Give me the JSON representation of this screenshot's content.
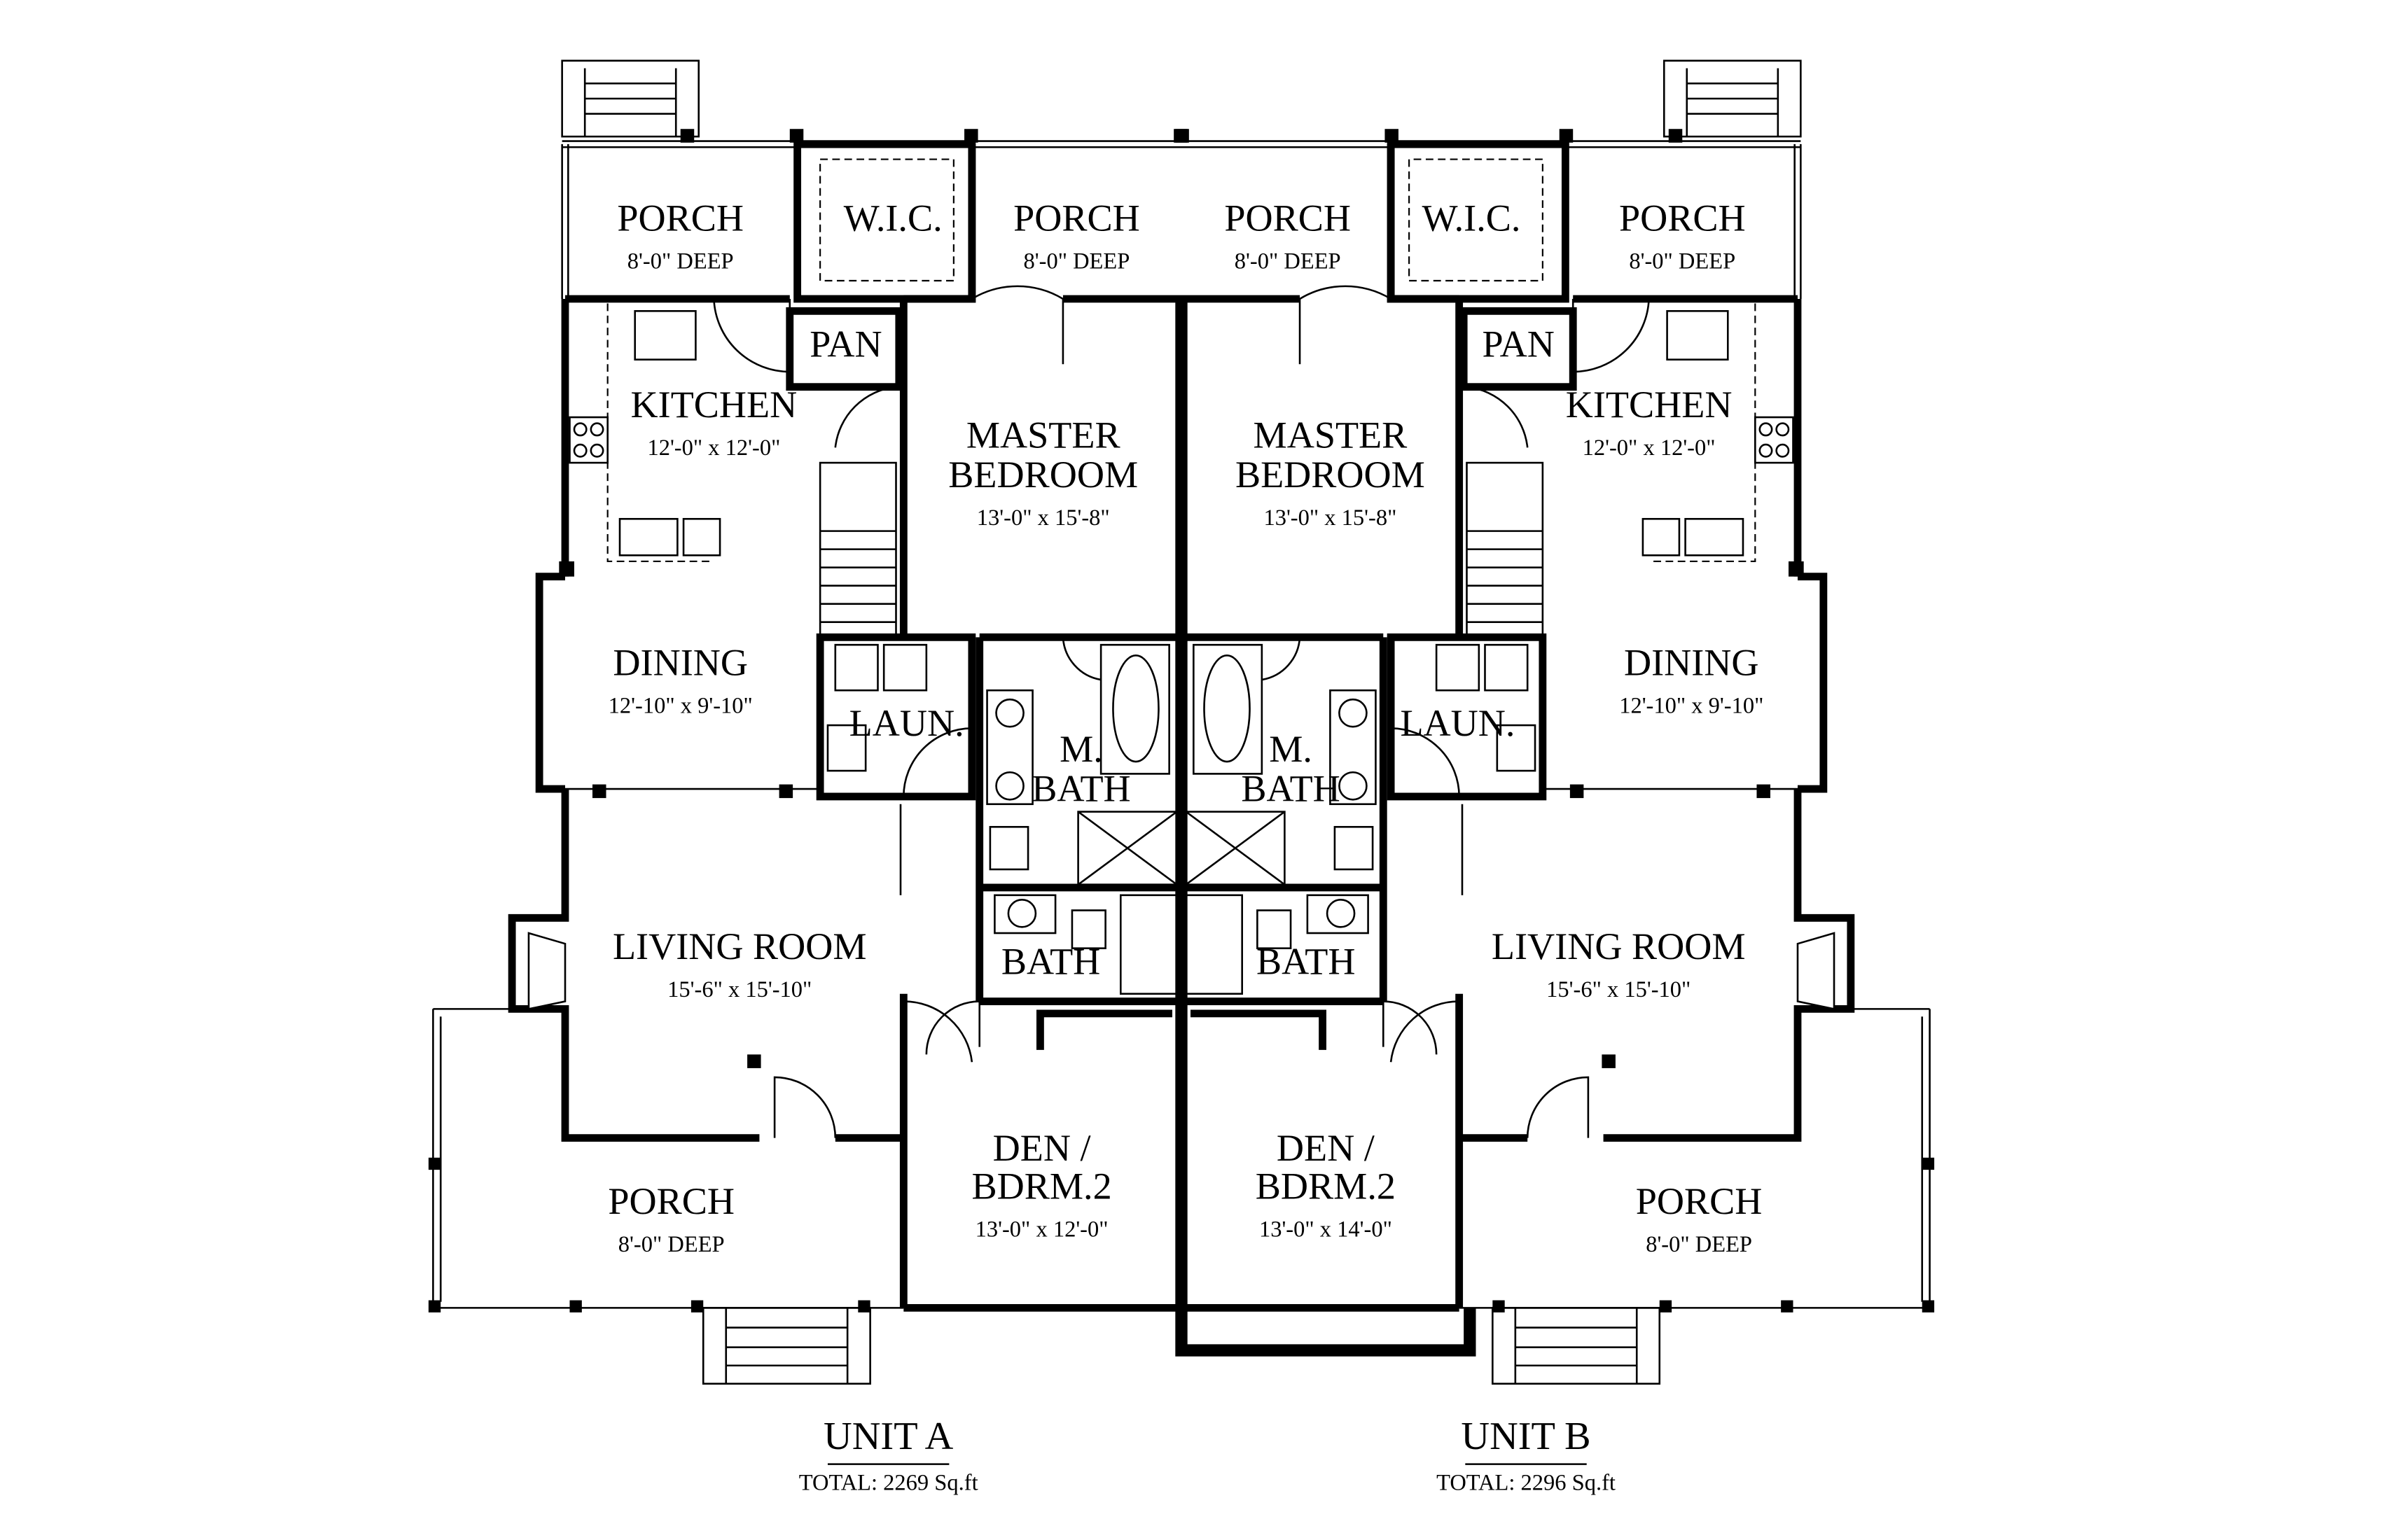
{
  "unit_a": {
    "title": "UNIT A",
    "total": "TOTAL: 2269 Sq.ft",
    "rooms": {
      "porch_left": {
        "name": "PORCH",
        "dim": "8'-0\" DEEP"
      },
      "wic": {
        "name": "W.I.C."
      },
      "porch_rear": {
        "name": "PORCH",
        "dim": "8'-0\" DEEP"
      },
      "pantry": {
        "name": "PAN"
      },
      "kitchen": {
        "name": "KITCHEN",
        "dim": "12'-0\" x 12'-0\""
      },
      "master_bedroom": {
        "name1": "MASTER",
        "name2": "BEDROOM",
        "dim": "13'-0\" x 15'-8\""
      },
      "dining": {
        "name": "DINING",
        "dim": "12'-10\" x 9'-10\""
      },
      "laundry": {
        "name": "LAUN."
      },
      "master_bath": {
        "name1": "M.",
        "name2": "BATH"
      },
      "bath": {
        "name": "BATH"
      },
      "living_room": {
        "name": "LIVING ROOM",
        "dim": "15'-6\" x 15'-10\""
      },
      "den": {
        "name1": "DEN /",
        "name2": "BDRM.2",
        "dim": "13'-0\" x 12'-0\""
      },
      "porch_front": {
        "name": "PORCH",
        "dim": "8'-0\" DEEP"
      }
    }
  },
  "unit_b": {
    "title": "UNIT B",
    "total": "TOTAL: 2296 Sq.ft",
    "rooms": {
      "porch_rear": {
        "name": "PORCH",
        "dim": "8'-0\" DEEP"
      },
      "wic": {
        "name": "W.I.C."
      },
      "porch_right": {
        "name": "PORCH",
        "dim": "8'-0\" DEEP"
      },
      "pantry": {
        "name": "PAN"
      },
      "kitchen": {
        "name": "KITCHEN",
        "dim": "12'-0\" x 12'-0\""
      },
      "master_bedroom": {
        "name1": "MASTER",
        "name2": "BEDROOM",
        "dim": "13'-0\" x 15'-8\""
      },
      "dining": {
        "name": "DINING",
        "dim": "12'-10\" x 9'-10\""
      },
      "laundry": {
        "name": "LAUN."
      },
      "master_bath": {
        "name1": "M.",
        "name2": "BATH"
      },
      "bath": {
        "name": "BATH"
      },
      "living_room": {
        "name": "LIVING ROOM",
        "dim": "15'-6\" x 15'-10\""
      },
      "den": {
        "name1": "DEN /",
        "name2": "BDRM.2",
        "dim": "13'-0\" x 14'-0\""
      },
      "porch_front": {
        "name": "PORCH",
        "dim": "8'-0\" DEEP"
      }
    }
  }
}
